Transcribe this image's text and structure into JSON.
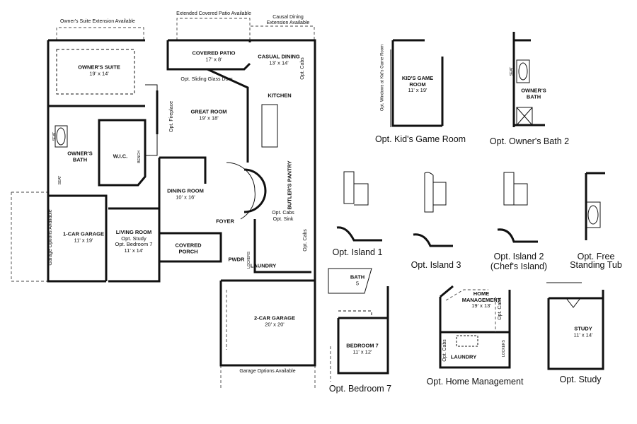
{
  "main_plan": {
    "notes": {
      "owners_suite_ext": "Owner's Suite Extension Available",
      "patio_ext": "Extended Covered Patio Available",
      "dining_ext_1": "Causal Dining",
      "dining_ext_2": "Extension Available",
      "sliding_door": "Opt. Sliding Glass Door",
      "fireplace": "Opt. Fireplace",
      "cabs_top": "Opt. Cabs",
      "cabs_sink_1": "Opt. Cabs",
      "cabs_sink_2": "Opt. Sink",
      "cabs_right": "Opt. Cabs",
      "garage_left": "Garage Options Available",
      "garage_bottom": "Garage Options Available",
      "seat_1": "SEAT",
      "seat_2": "SEAT",
      "bench": "BENCH",
      "lockers": "LOCKERS"
    },
    "rooms": {
      "owners_suite": {
        "name": "OWNER'S SUITE",
        "dim": "19' x 14'"
      },
      "covered_patio": {
        "name": "COVERED PATIO",
        "dim": "17' x 8'"
      },
      "casual_dining": {
        "name": "CASUAL DINING",
        "dim": "13' x 14'"
      },
      "kitchen": {
        "name": "KITCHEN"
      },
      "great_room": {
        "name": "GREAT ROOM",
        "dim": "19' x 18'"
      },
      "owners_bath": {
        "name": "OWNER'S BATH"
      },
      "wic": {
        "name": "W.I.C."
      },
      "dining_room": {
        "name": "DINING ROOM",
        "dim": "10' x 16'"
      },
      "butlers_pantry": {
        "name": "BUTLER'S PANTRY"
      },
      "foyer": {
        "name": "FOYER"
      },
      "one_car_garage": {
        "name": "1-CAR GARAGE",
        "dim": "11' x 19'"
      },
      "living_room": {
        "name": "LIVING ROOM",
        "opt1": "Opt. Study",
        "opt2": "Opt. Bedroom 7",
        "dim": "11' x 14'"
      },
      "covered_porch": {
        "name": "COVERED PORCH"
      },
      "pwdr": {
        "name": "PWDR"
      },
      "laundry": {
        "name": "LAUNDRY"
      },
      "two_car_garage": {
        "name": "2-CAR GARAGE",
        "dim": "20' x 20'"
      }
    }
  },
  "options": {
    "kids_game_room": {
      "caption": "Opt. Kid's Game Room",
      "room": "KID'S GAME ROOM",
      "dim": "11' x 19'",
      "note": "Opt. Windows at Kid's Game Room"
    },
    "owners_bath_2": {
      "caption": "Opt. Owner's Bath 2",
      "room": "OWNER'S BATH",
      "seat": "SEAT"
    },
    "island_1": {
      "caption": "Opt. Island 1"
    },
    "island_3": {
      "caption": "Opt. Island 3"
    },
    "island_2": {
      "caption": "Opt. Island 2",
      "caption2": "(Chef's Island)"
    },
    "free_tub": {
      "caption": "Opt. Free",
      "caption2": "Standing Tub"
    },
    "bedroom_7": {
      "caption": "Opt. Bedroom 7",
      "bath": "BATH",
      "bath_num": "5",
      "room": "BEDROOM 7",
      "dim": "11' x 12'"
    },
    "home_mgmt": {
      "caption": "Opt. Home Management",
      "room": "HOME MANAGEMENT",
      "dim": "19' x 13'",
      "cabs1": "Opt. Cabs",
      "cabs2": "Opt. Cabs",
      "laundry": "LAUNDRY",
      "lockers": "LOCKERS"
    },
    "study": {
      "caption": "Opt. Study",
      "room": "STUDY",
      "dim": "11' x 14'"
    }
  }
}
